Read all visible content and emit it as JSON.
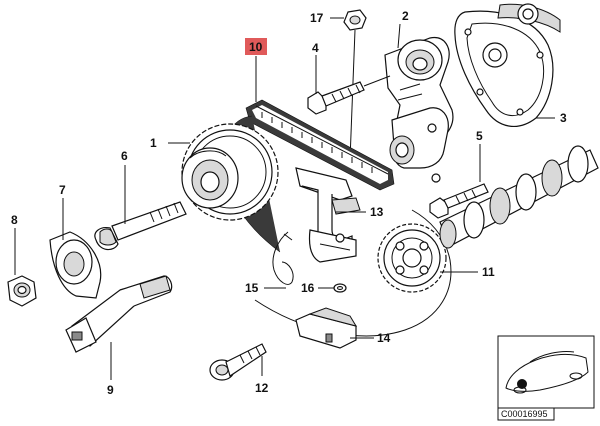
{
  "diagram": {
    "highlight_color": "#e05a5a",
    "part_labels": [
      "1",
      "2",
      "3",
      "4",
      "5",
      "6",
      "7",
      "8",
      "9",
      "10",
      "11",
      "12",
      "13",
      "14",
      "15",
      "16",
      "17"
    ],
    "highlighted_part": "10",
    "inset_code": "C00016995",
    "icons": [
      "sprocket-icon",
      "chain-icon",
      "bolt-icon",
      "nut-icon",
      "sensor-icon",
      "car-silhouette-icon"
    ]
  }
}
